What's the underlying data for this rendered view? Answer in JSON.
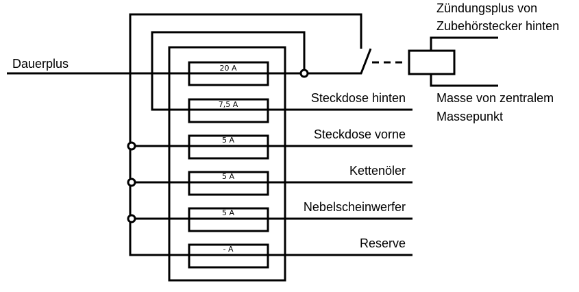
{
  "labels": {
    "dauerplus": "Dauerplus",
    "zuendungsplus_line1": "Zündungsplus von",
    "zuendungsplus_line2": "Zubehörstecker hinten",
    "masse_line1": "Masse von zentralem",
    "masse_line2": "Massepunkt"
  },
  "fuses": [
    {
      "rating": "20 A",
      "circuit": ""
    },
    {
      "rating": "7,5 A",
      "circuit": "Steckdose hinten"
    },
    {
      "rating": "5 A",
      "circuit": "Steckdose vorne"
    },
    {
      "rating": "5 A",
      "circuit": "Kettenöler"
    },
    {
      "rating": "5 A",
      "circuit": "Nebelscheinwerfer"
    },
    {
      "rating": "- A",
      "circuit": "Reserve"
    }
  ]
}
